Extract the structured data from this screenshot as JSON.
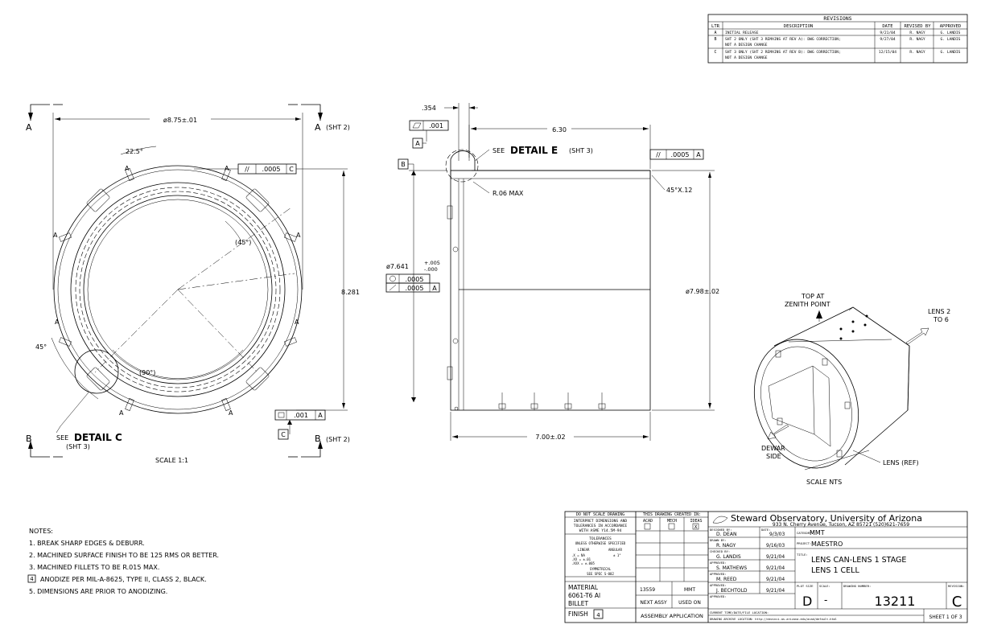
{
  "revisions": {
    "title": "REVISIONS",
    "headers": [
      "LTR",
      "DESCRIPTION",
      "DATE",
      "REVISED BY",
      "APPROVED"
    ],
    "rows": [
      {
        "ltr": "A",
        "desc1": "INITIAL RELEASE",
        "desc2": "",
        "date": "9/21/04",
        "by": "R. NAGY",
        "appr": "G. LANDIS"
      },
      {
        "ltr": "B",
        "desc1": "SHT 2 ONLY (SHT 3 REMAINS AT REV A): DWG CORRECTION;",
        "desc2": "NOT A DESIGN CHANGE",
        "date": "9/27/04",
        "by": "R. NAGY",
        "appr": "G. LANDIS"
      },
      {
        "ltr": "C",
        "desc1": "SHT 3 ONLY (SHT 2 REMAINS AT REV B): DWG CORRECTION;",
        "desc2": "NOT A DESIGN CHANGE",
        "date": "12/15/04",
        "by": "R. NAGY",
        "appr": "G. LANDIS"
      }
    ]
  },
  "front_view": {
    "section_a": "A",
    "section_a2": "A",
    "sht2_a": "(SHT 2)",
    "section_b": "B",
    "section_b2": "B",
    "sht2_b": "(SHT 2)",
    "dia": "ø8.75±.01",
    "ang225": "22.5°",
    "ang45p": "(45°)",
    "ang45": "45°",
    "ang90p": "(90°)",
    "h8281": "8.281",
    "par_sym": "//",
    "par_val": ".0005",
    "par_ref": "C",
    "flat_val": ".001",
    "flat_ref": "A",
    "datum_c": "C",
    "see": "SEE",
    "detail_c": "DETAIL C",
    "sht3": "(SHT 3)",
    "scale": "SCALE 1:1",
    "leader_a": "A"
  },
  "side_view": {
    "d354": ".354",
    "flat_val": ".001",
    "datum_a": "A",
    "datum_b": "B",
    "d630": "6.30",
    "see": "SEE",
    "detail_e": "DETAIL E",
    "sht3": "(SHT 3)",
    "par_sym": "//",
    "par_val": ".0005",
    "par_ref": "A",
    "r06": "R.06 MAX",
    "chamfer": "45°X.12",
    "dia7641": "ø7.641",
    "tol_up": "+.005",
    "tol_dn": "-.000",
    "circ_val": ".0005",
    "runout_val": ".0005",
    "runout_ref": "A",
    "dia798": "ø7.98±.02",
    "d700": "7.00±.02"
  },
  "iso_view": {
    "top1": "TOP AT",
    "top2": "ZENITH POINT",
    "lens1": "LENS 2",
    "lens2": "TO 6",
    "dewar1": "DEWAR",
    "dewar2": "SIDE",
    "lens_ref": "LENS (REF)",
    "scale": "SCALE NTS"
  },
  "notes": {
    "title": "NOTES:",
    "items": [
      "1. BREAK SHARP EDGES & DEBURR.",
      "2. MACHINED SURFACE FINISH TO BE 125 RMS OR BETTER.",
      "3. MACHINED FILLETS TO BE R.015 MAX.",
      "ANODIZE PER MIL-A-8625, TYPE II, CLASS 2, BLACK.",
      "5. DIMENSIONS ARE PRIOR TO ANODIZING."
    ],
    "flag4": "4"
  },
  "title_block": {
    "dnsd": "DO NOT SCALE DRAWING",
    "interp1": "INTERPRET DIMENSIONS AND",
    "interp2": "TOLERANCES IN ACCORDANCE",
    "interp3": "WITH ASME Y14.5M-94",
    "tol": "TOLERANCES",
    "unless": "UNLESS OTHERWISE SPECIFIED",
    "linear": "LINEAR",
    "angular": "ANGULAR",
    "t1": ".X   = NA",
    "t2": ".XX  = ±.01",
    "t3": ".XXX = ±.005",
    "tang": "± 1°",
    "symm": "SYMMETRICAL",
    "spec": "SEE SPEC S-002",
    "created": "THIS DRAWING CREATED IN:",
    "acad": "ACAD",
    "mech": "MECH",
    "ideas": "IDEAS",
    "ideas_mark": "X",
    "material_label": "MATERIAL",
    "material1": "6061-T6 Al",
    "material2": "BILLET",
    "finish": "FINISH",
    "finish_flag": "4",
    "next_num": "13559",
    "used_on": "MMT",
    "next_assy": "NEXT ASSY",
    "used_on_label": "USED ON",
    "assy_app": "ASSEMBLY APPLICATION",
    "org": "Steward Observatory, University of Arizona",
    "address": "933 N. Cherry Avenue, Tucson, AZ 85721   (520)621-7659",
    "designed_by_label": "DESIGNED BY:",
    "designed_by": "D. DEAN",
    "date_label": "DATE:",
    "designed_date": "9/3/03",
    "drawn_by_label": "DRAWN BY:",
    "drawn_by": "R. NAGY",
    "drawn_date": "9/16/03",
    "checked_label": "CHECKED BY:",
    "checked_by": "G. LANDIS",
    "checked_date": "9/21/04",
    "appr1_label": "APPROVED:",
    "appr1": "S. MATHEWS",
    "appr1_date": "9/21/04",
    "appr2_label": "APPROVED:",
    "appr2": "M. REED",
    "appr2_date": "9/21/04",
    "appr3_label": "APPROVED:",
    "appr3": "J. BECHTOLD",
    "appr3_date": "9/21/04",
    "appr4_label": "APPROVED:",
    "category_label": "CATEGORY:",
    "category": "MMT",
    "project_label": "PROJECT:",
    "project": "MAESTRO",
    "title_label": "TITLE:",
    "title1": "LENS CAN-LENS 1 STAGE",
    "title2": "LENS 1 CELL",
    "plot_size_label": "PLOT SIZE",
    "plot_size": "D",
    "scale_label": "SCALE:",
    "scale": "-",
    "dwg_num_label": "DRAWING NUMBER:",
    "dwg_num": "13211",
    "rev_label": "REVISION:",
    "rev": "C",
    "file_loc": "CURRENT TIME/DATE/FILE LOCATION:",
    "archive": "DRAWING ARCHIVE LOCATION: http://devinci.as.arizona.edu/acad/default.html",
    "sheet": "SHEET 1 OF 3"
  }
}
